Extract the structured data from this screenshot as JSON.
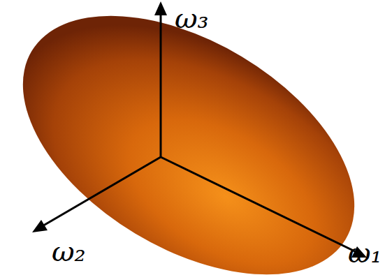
{
  "diagram": {
    "labels": [
      "ω₃",
      "ω₂",
      "ω₁"
    ]
  }
}
